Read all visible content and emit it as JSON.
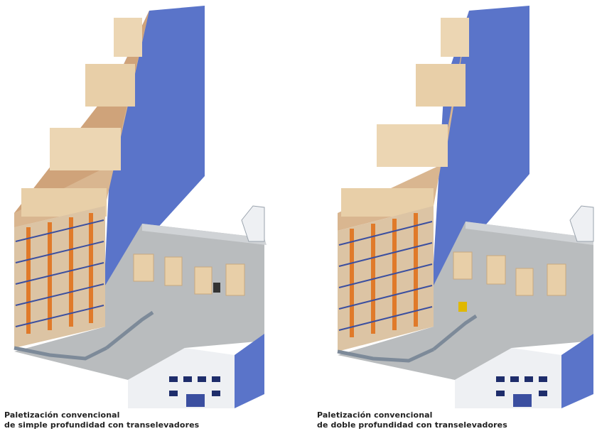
{
  "figures": [
    {
      "caption_line_1": "Paletización convencional",
      "caption_line_2": "de simple profundidad con transelevadores"
    },
    {
      "caption_line_1": "Paletización convencional",
      "caption_line_2": "de doble profundidad con transelevadores"
    }
  ],
  "colors": {
    "wall_blue": "#5a74c9",
    "rack_orange": "#e07a2a",
    "pallet_beige": "#e8cfa8",
    "floor_gray": "#b9bcbe",
    "building_white": "#eef0f3"
  }
}
